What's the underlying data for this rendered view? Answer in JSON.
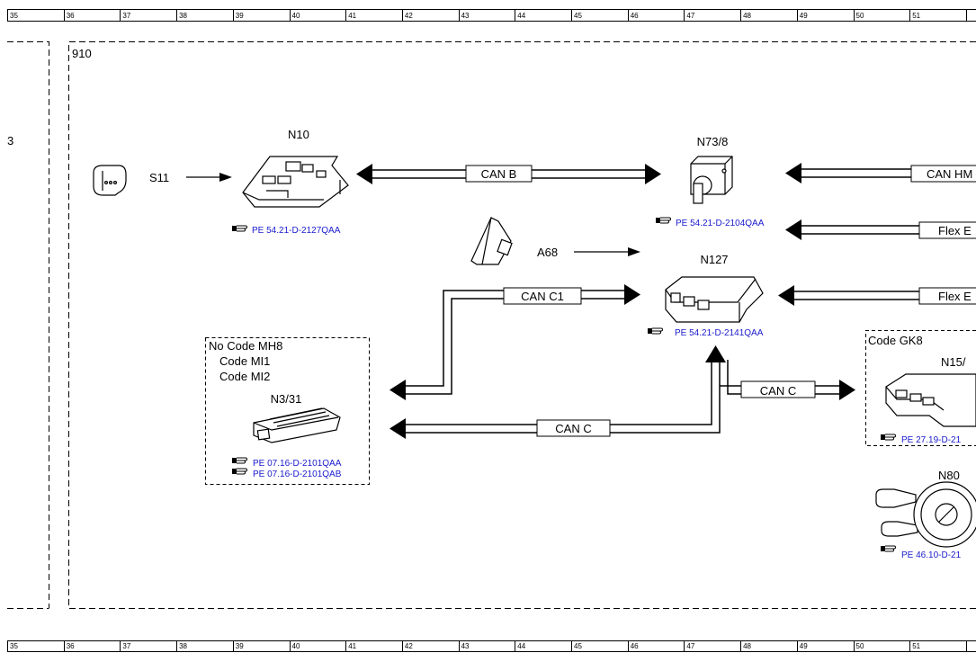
{
  "ruler": {
    "columns": [
      "35",
      "36",
      "37",
      "38",
      "39",
      "40",
      "41",
      "42",
      "43",
      "44",
      "45",
      "46",
      "47",
      "48",
      "49",
      "50",
      "51"
    ]
  },
  "frame": {
    "left_label": "3",
    "area_label": "910"
  },
  "colors": {
    "reference_link": "#1a1acd",
    "line": "#000000"
  },
  "components": {
    "s11": {
      "label": "S11",
      "icon": "switch-connector-icon"
    },
    "n10": {
      "label": "N10",
      "icon": "control-module-icon",
      "ref": "PE 54.21-D-2127QAA"
    },
    "n73_8": {
      "label": "N73/8",
      "icon": "ignition-lock-icon",
      "ref": "PE 54.21-D-2104QAA"
    },
    "a68": {
      "label": "A68",
      "icon": "accelerator-pedal-icon"
    },
    "n127": {
      "label": "N127",
      "icon": "control-unit-icon",
      "ref": "PE 54.21-D-2141QAA"
    },
    "n3_31": {
      "label": "N3/31",
      "icon": "engine-control-unit-icon",
      "ref1": "PE 07.16-D-2101QAA",
      "ref2": "PE 07.16-D-2101QAB"
    },
    "n15": {
      "label": "N15/",
      "icon": "transmission-control-icon",
      "ref": "PE 27.19-D-21"
    },
    "n80": {
      "label": "N80",
      "icon": "steering-column-module-icon",
      "ref": "PE 46.10-D-21"
    }
  },
  "groups": {
    "mh8": {
      "line1": "No Code MH8",
      "line2": "Code MI1",
      "line3": "Code MI2"
    },
    "gk8": {
      "label": "Code GK8"
    }
  },
  "buses": {
    "can_b": "CAN B",
    "can_hmi": "CAN HM",
    "flex_1": "Flex E",
    "flex_2": "Flex E",
    "can_c1": "CAN C1",
    "can_c_left": "CAN C",
    "can_c_right": "CAN C"
  }
}
